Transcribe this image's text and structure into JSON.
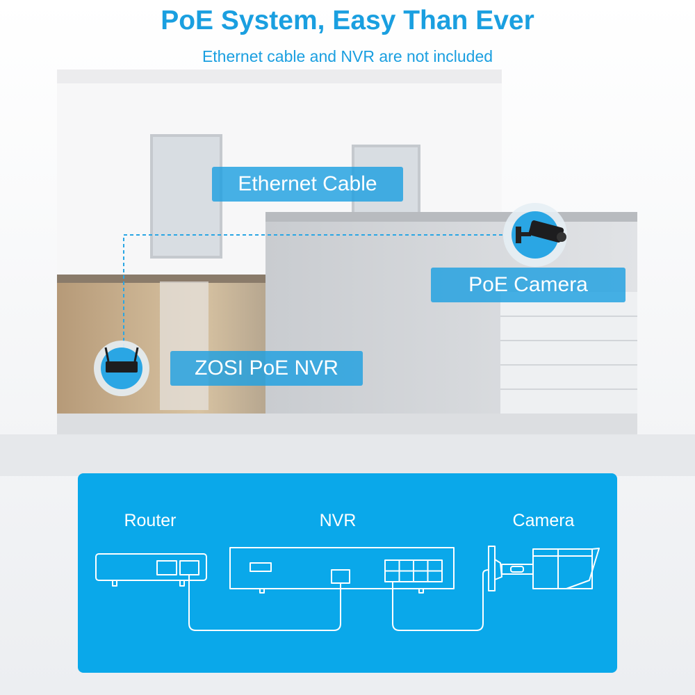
{
  "header": {
    "title": "PoE System, Easy Than Ever",
    "subtitle": "Ethernet cable and NVR are not included"
  },
  "scene_labels": {
    "ethernet_cable": "Ethernet Cable",
    "poe_camera": "PoE Camera",
    "nvr": "ZOSI PoE NVR"
  },
  "diagram": {
    "router": "Router",
    "nvr": "NVR",
    "camera": "Camera"
  },
  "colors": {
    "accent": "#1a9fe0",
    "panel": "#0aa8ea"
  }
}
